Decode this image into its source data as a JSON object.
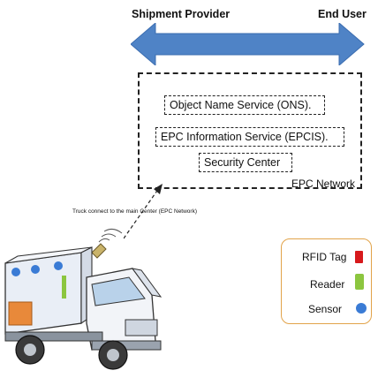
{
  "header": {
    "left_label": "Shipment Provider",
    "right_label": "End User"
  },
  "network": {
    "services": [
      "Object Name Service (ONS).",
      "EPC Information Service (EPCIS).",
      "Security Center"
    ],
    "label": "EPC Network"
  },
  "truck": {
    "caption": "Truck connect to the main Center (EPC Network)"
  },
  "legend": {
    "items": [
      {
        "label": "RFID Tag",
        "color": "#d7191c"
      },
      {
        "label": "Reader",
        "color": "#8cc63f"
      },
      {
        "label": "Sensor",
        "color": "#3a7bd5"
      }
    ]
  },
  "colors": {
    "arrow": "#4f83c6",
    "legend_border": "#e2a34a",
    "truck_box": "#e9eef6"
  }
}
